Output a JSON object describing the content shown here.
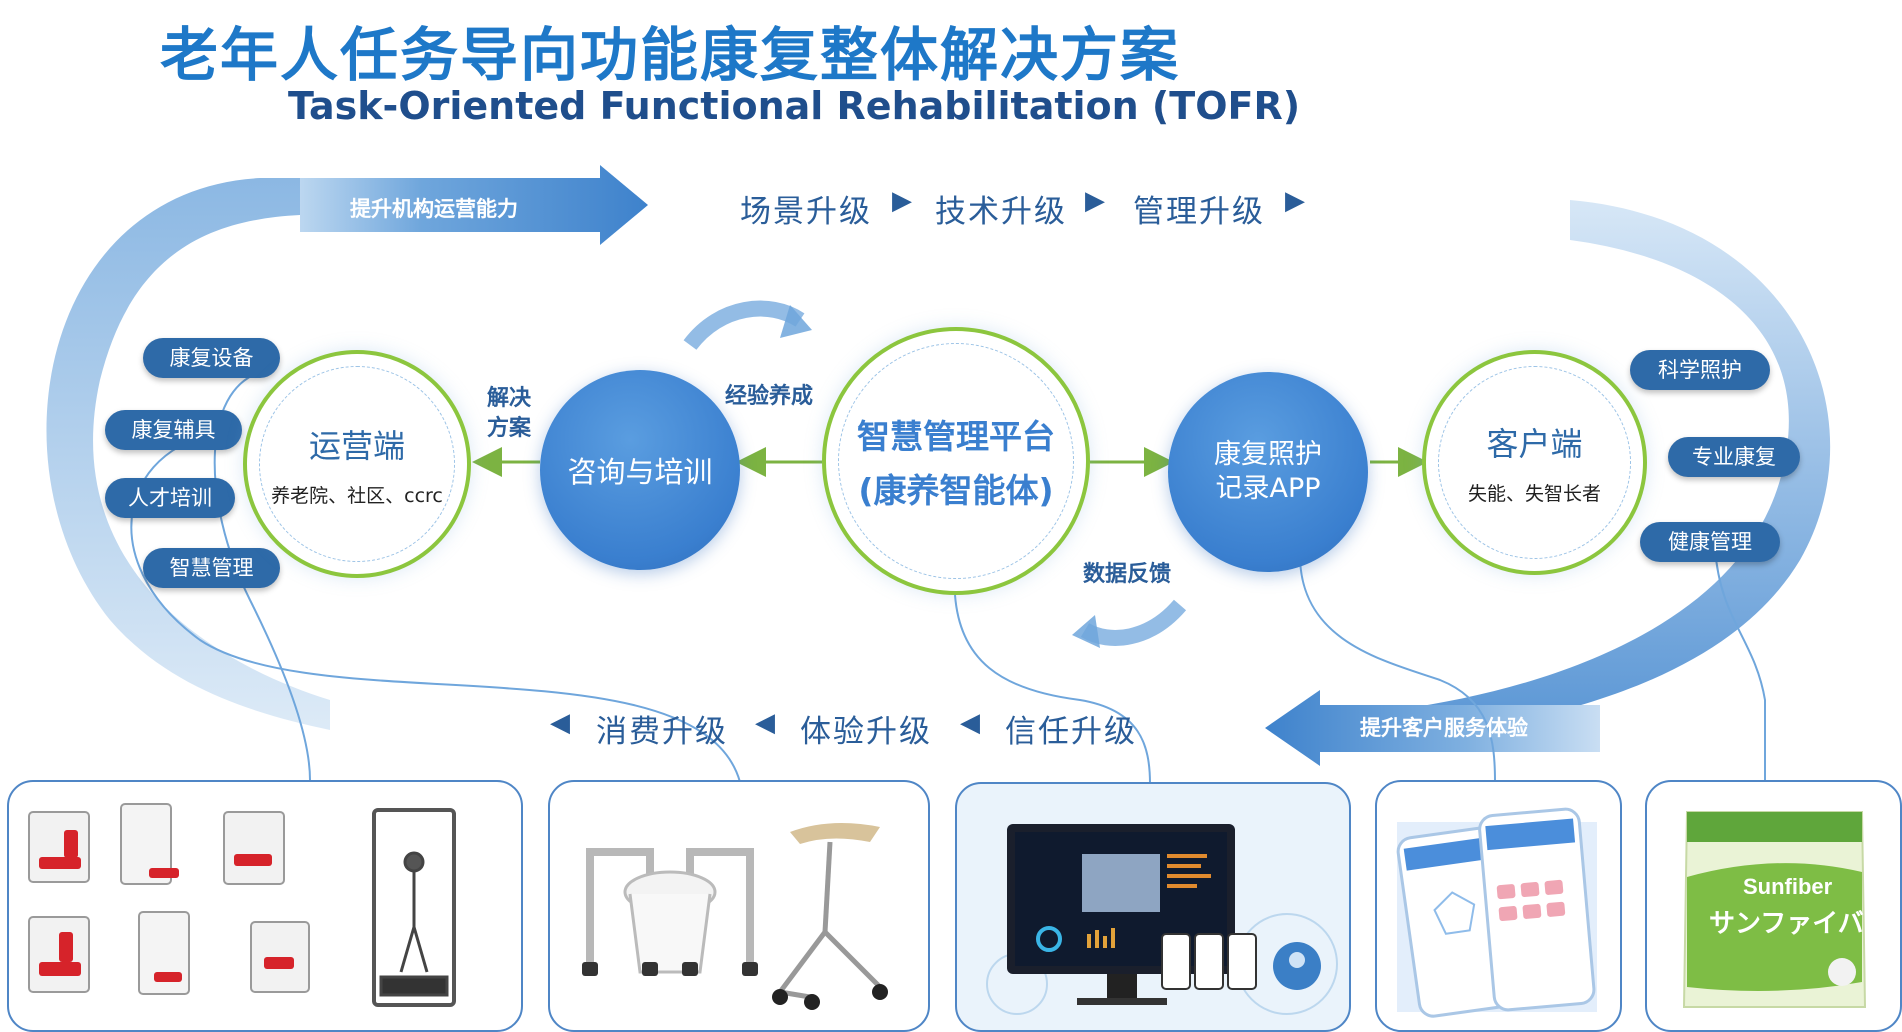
{
  "title": {
    "cn": "老年人任务导向功能康复整体解决方案",
    "en": "Task-Oriented Functional Rehabilitation (TOFR)"
  },
  "top_band": "提升机构运营能力",
  "bottom_band": "提升客户服务体验",
  "top_flow": [
    "场景升级",
    "技术升级",
    "管理升级"
  ],
  "bottom_flow": [
    "消费升级",
    "体验升级",
    "信任升级"
  ],
  "left_pills": [
    "康复设备",
    "康复辅具",
    "人才培训",
    "智慧管理"
  ],
  "right_pills": [
    "科学照护",
    "专业康复",
    "健康管理"
  ],
  "operator": {
    "title": "运营端",
    "sub": "养老院、社区、ccrc"
  },
  "consult": "咨询与培训",
  "platform": {
    "line1": "智慧管理平台",
    "line2": "(康养智能体)"
  },
  "app": {
    "line1": "康复照护",
    "line2": "记录APP"
  },
  "customer": {
    "title": "客户端",
    "sub": "失能、失智长者"
  },
  "labels": {
    "solution": [
      "解决",
      "方案"
    ],
    "experience": "经验养成",
    "feedback": "数据反馈"
  },
  "product_text": {
    "brand": "Sunfiber",
    "jp": "サンファイバー"
  },
  "colors": {
    "primary": "#3a7fcf",
    "dark": "#2e6aa8",
    "green": "#8cc63e",
    "title": "#1e78c8"
  }
}
